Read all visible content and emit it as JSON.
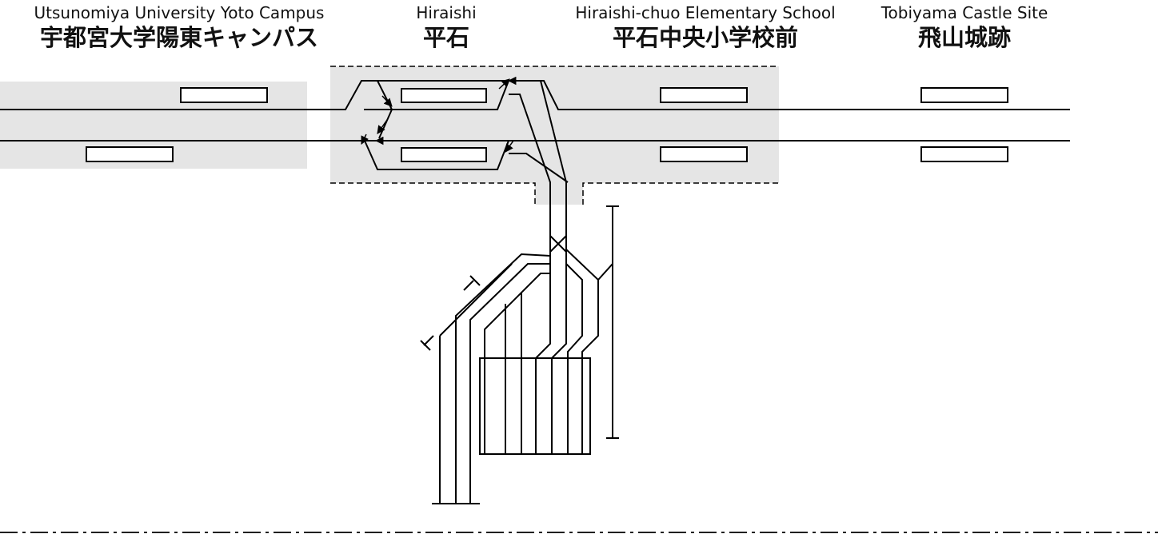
{
  "stations": [
    {
      "en": "Utsunomiya University Yoto Campus",
      "ja": "宇都宮大学陽東キャンパス"
    },
    {
      "en": "Hiraishi",
      "ja": "平石"
    },
    {
      "en": "Hiraishi-chuo Elementary School",
      "ja": "平石中央小学校前"
    },
    {
      "en": "Tobiyama Castle Site",
      "ja": "飛山城跡"
    }
  ],
  "colors": {
    "track": "#000000",
    "station_area": "#e5e5e5",
    "platform_fill": "#ffffff"
  }
}
